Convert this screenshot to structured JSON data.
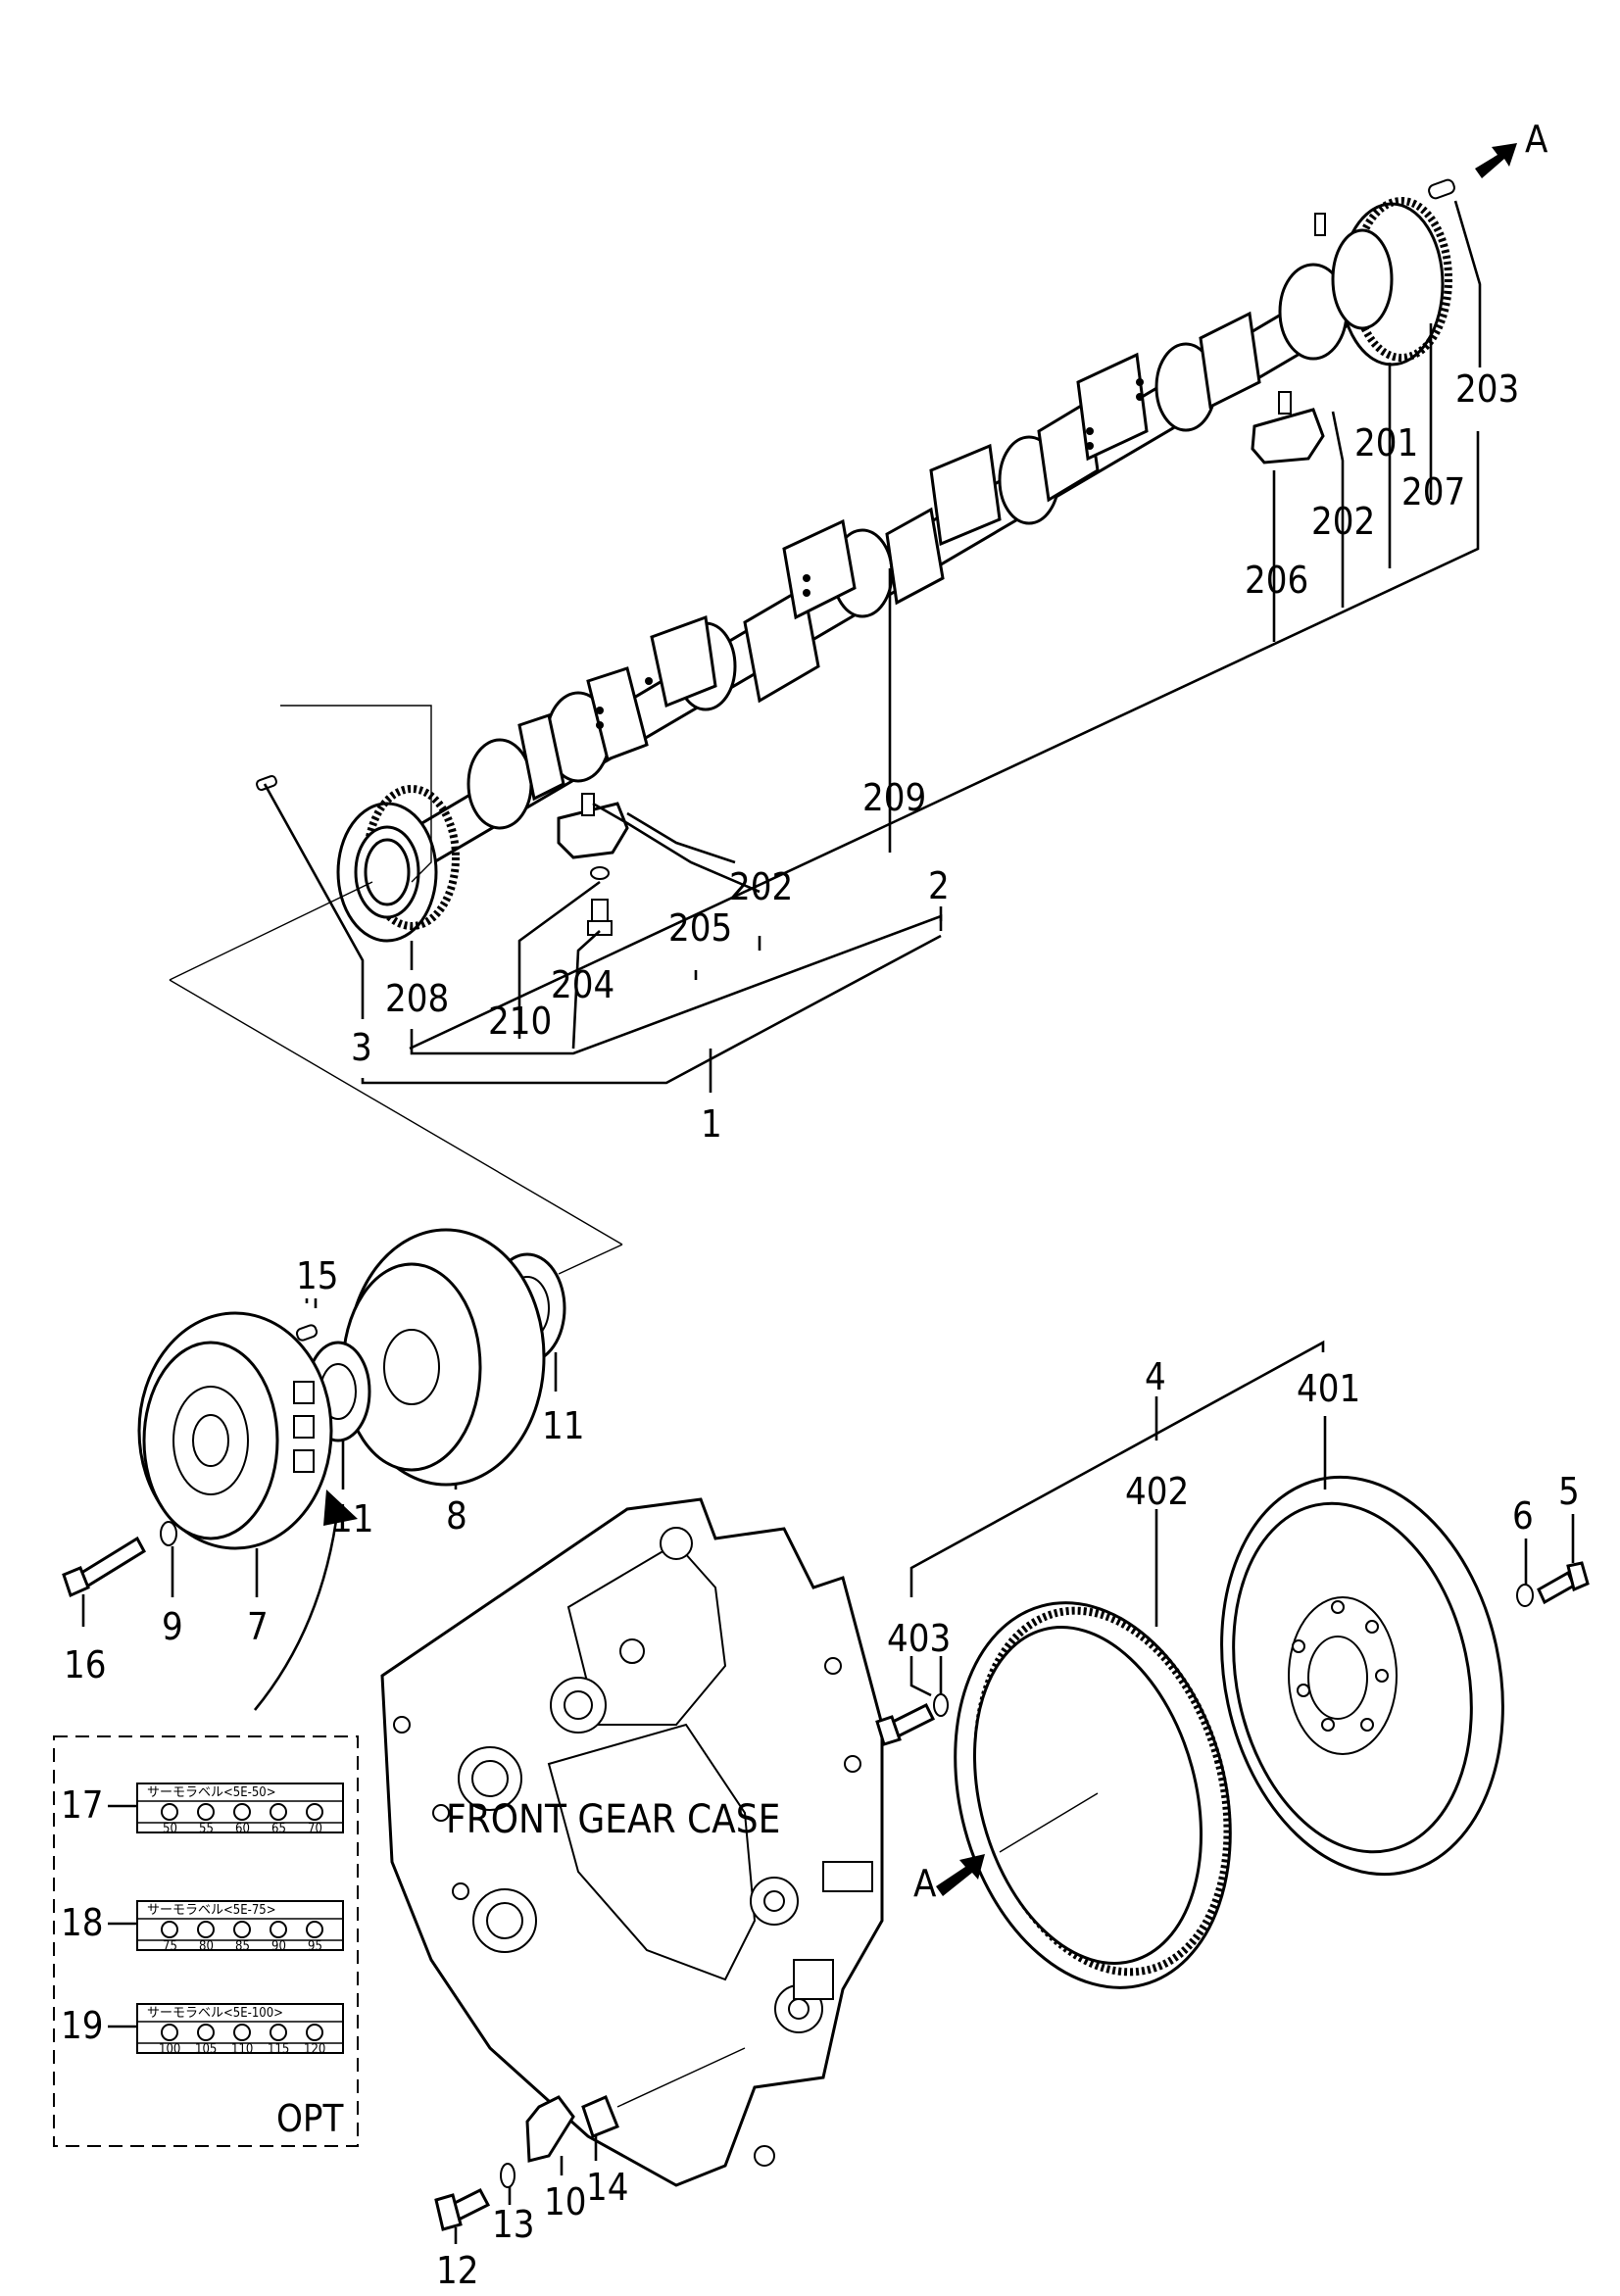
{
  "labels": {
    "arrow_a": "A",
    "n203": "203",
    "n201": "201",
    "n202a": "202",
    "n207": "207",
    "n206": "206",
    "n209": "209",
    "n202b": "202",
    "n2": "2",
    "n205": "205",
    "n204": "204",
    "n208": "208",
    "n210": "210",
    "n3": "3",
    "n1": "1",
    "n15": "15",
    "n11a": "11",
    "n11b": "11",
    "n8": "8",
    "n9": "9",
    "n7": "7",
    "n16": "16",
    "n4": "4",
    "n401": "401",
    "n402": "402",
    "n5": "5",
    "n6": "6",
    "n403": "403",
    "n17": "17",
    "n18": "18",
    "n19": "19",
    "n12": "12",
    "n13": "13",
    "n10": "10",
    "n14": "14"
  },
  "front_gear_case": "FRONT GEAR CASE",
  "option_box": {
    "label": "OPT",
    "thermo_labels": [
      {
        "title": "サーモラベル<5E-50>",
        "values": [
          "50",
          "55",
          "60",
          "65",
          "70"
        ]
      },
      {
        "title": "サーモラベル<5E-75>",
        "values": [
          "75",
          "80",
          "85",
          "90",
          "95"
        ]
      },
      {
        "title": "サーモラベル<5E-100>",
        "values": [
          "100",
          "105",
          "110",
          "115",
          "120"
        ]
      }
    ]
  }
}
